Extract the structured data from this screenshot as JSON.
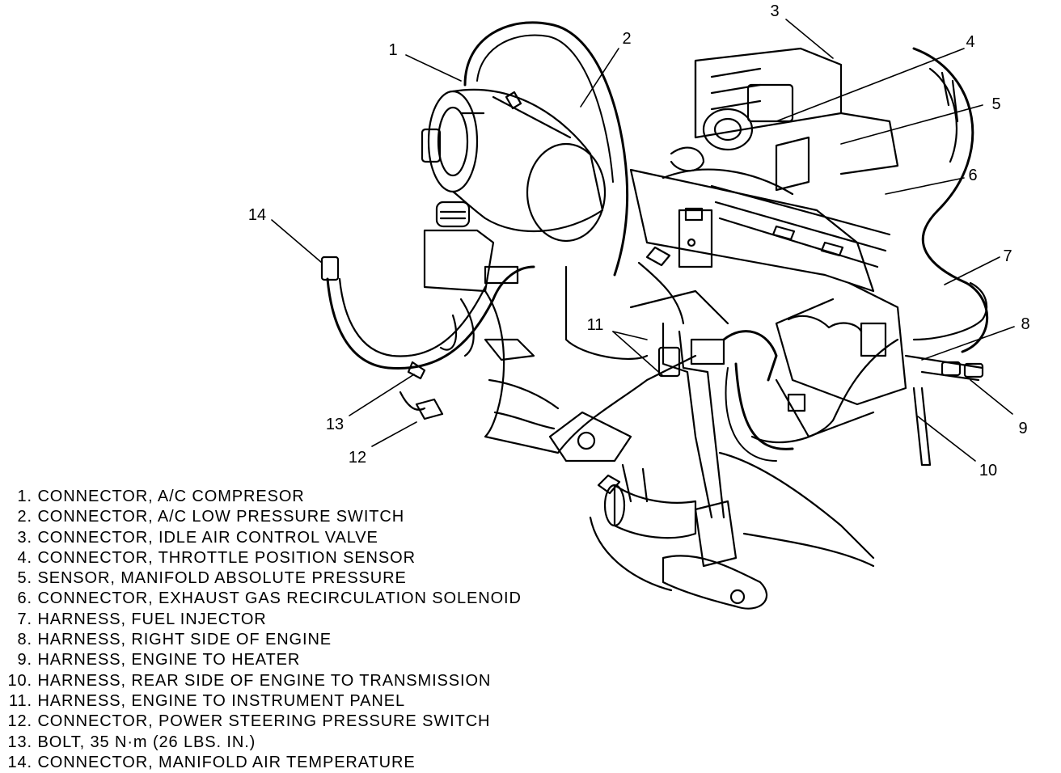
{
  "callouts": [
    {
      "num": "1"
    },
    {
      "num": "2"
    },
    {
      "num": "3"
    },
    {
      "num": "4"
    },
    {
      "num": "5"
    },
    {
      "num": "6"
    },
    {
      "num": "7"
    },
    {
      "num": "8"
    },
    {
      "num": "9"
    },
    {
      "num": "10"
    },
    {
      "num": "11"
    },
    {
      "num": "12"
    },
    {
      "num": "13"
    },
    {
      "num": "14"
    }
  ],
  "legend": [
    {
      "num": "1.",
      "text": "CONNECTOR, A/C COMPRESOR"
    },
    {
      "num": "2.",
      "text": "CONNECTOR, A/C LOW PRESSURE SWITCH"
    },
    {
      "num": "3.",
      "text": "CONNECTOR, IDLE AIR CONTROL VALVE"
    },
    {
      "num": "4.",
      "text": "CONNECTOR, THROTTLE POSITION SENSOR"
    },
    {
      "num": "5.",
      "text": "SENSOR, MANIFOLD ABSOLUTE PRESSURE"
    },
    {
      "num": "6.",
      "text": "CONNECTOR, EXHAUST GAS RECIRCULATION SOLENOID"
    },
    {
      "num": "7.",
      "text": "HARNESS, FUEL INJECTOR"
    },
    {
      "num": "8.",
      "text": "HARNESS, RIGHT SIDE OF ENGINE"
    },
    {
      "num": "9.",
      "text": "HARNESS, ENGINE TO HEATER"
    },
    {
      "num": "10.",
      "text": "HARNESS, REAR SIDE OF ENGINE TO TRANSMISSION"
    },
    {
      "num": "11.",
      "text": "HARNESS, ENGINE TO INSTRUMENT PANEL"
    },
    {
      "num": "12.",
      "text": "CONNECTOR, POWER STEERING PRESSURE SWITCH"
    },
    {
      "num": "13.",
      "text": "BOLT, 35 N·m (26 LBS. IN.)"
    },
    {
      "num": "14.",
      "text": "CONNECTOR, MANIFOLD AIR TEMPERATURE"
    }
  ],
  "colors": {
    "ink": "#000000",
    "paper": "#ffffff"
  }
}
